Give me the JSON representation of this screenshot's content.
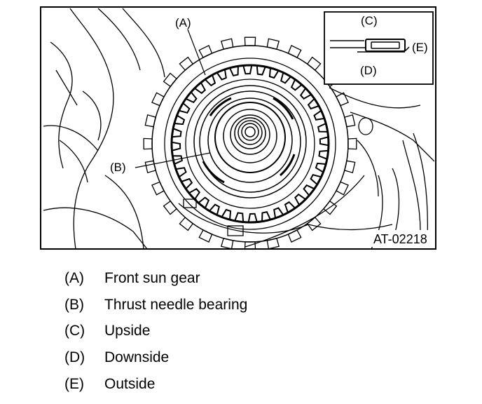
{
  "figure": {
    "id": "AT-02218",
    "callouts": {
      "a": "(A)",
      "b": "(B)",
      "c": "(C)",
      "d": "(D)",
      "e": "(E)"
    }
  },
  "legend": [
    {
      "code": "(A)",
      "description": "Front sun gear"
    },
    {
      "code": "(B)",
      "description": "Thrust needle bearing"
    },
    {
      "code": "(C)",
      "description": "Upside"
    },
    {
      "code": "(D)",
      "description": "Downside"
    },
    {
      "code": "(E)",
      "description": "Outside"
    }
  ]
}
